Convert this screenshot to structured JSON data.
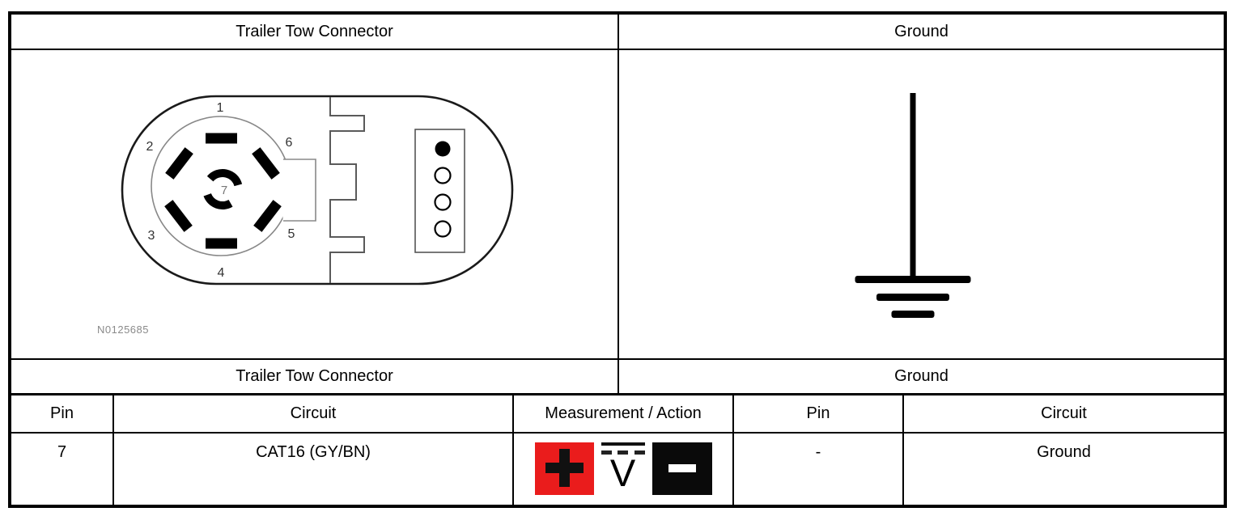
{
  "top_headers": {
    "left": "Trailer Tow Connector",
    "right": "Ground"
  },
  "section_headers": {
    "left": "Trailer Tow Connector",
    "right": "Ground"
  },
  "diagram": {
    "figure_label": "N0125685",
    "pins": [
      "1",
      "2",
      "3",
      "4",
      "5",
      "6",
      "7"
    ],
    "center_pin": "7",
    "cavity_count": 4,
    "filled_cavity_index": 1
  },
  "ground_symbol": {
    "name": "earth-ground-symbol"
  },
  "table": {
    "columns": [
      "Pin",
      "Circuit",
      "Measurement / Action",
      "Pin",
      "Circuit"
    ],
    "row": {
      "pin_left": "7",
      "circuit_left": "CAT16 (GY/BN)",
      "measurement_icons": [
        "positive-probe-icon",
        "dc-voltage-icon",
        "negative-probe-icon"
      ],
      "dc_voltage_letter": "V",
      "pin_right": "-",
      "circuit_right": "Ground"
    }
  },
  "colors": {
    "positive_red": "#ea1c1c",
    "negative_black": "#0a0a0a",
    "line_black": "#000000",
    "diagram_gray": "#888888",
    "label_gray": "#8a8a8a"
  }
}
